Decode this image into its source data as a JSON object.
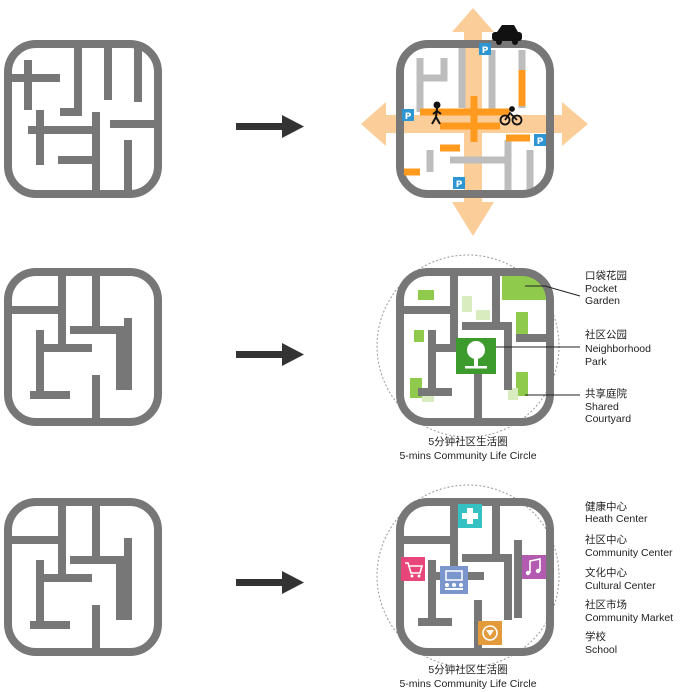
{
  "colors": {
    "road": "#777777",
    "lane": "#bdbdbd",
    "orange": "#ff9a1f",
    "orange_light": "#fbc98e",
    "green": "#8fca4d",
    "green_light": "#d9ecc0",
    "green_dark": "#3d9b2d",
    "parking": "#2e95d3",
    "teal": "#35c0c4",
    "pink": "#e8457a",
    "blue": "#7b96cc",
    "purple": "#b25bb0",
    "brown": "#e39a3b"
  },
  "icons": {
    "arrow": "right-arrow-icon",
    "car": "car-icon",
    "pedestrian": "pedestrian-icon",
    "bicycle": "bicycle-icon",
    "parking": "parking-icon",
    "tree": "tree-icon",
    "health": "health-cross-icon",
    "community": "community-center-icon",
    "culture": "music-note-icon",
    "market": "shopping-cart-icon",
    "school": "school-icon"
  },
  "parking_label": "P",
  "row2": {
    "labels": [
      {
        "cn": "口袋花园",
        "en1": "Pocket",
        "en2": "Garden"
      },
      {
        "cn": "社区公园",
        "en1": "Neighborhood",
        "en2": "Park"
      },
      {
        "cn": "共享庭院",
        "en1": "Shared",
        "en2": "Courtyard"
      }
    ],
    "caption_cn": "5分钟社区生活圈",
    "caption_en": "5-mins Community Life Circle"
  },
  "row3": {
    "labels": [
      {
        "cn": "健康中心",
        "en": "Heath Center"
      },
      {
        "cn": "社区中心",
        "en": "Community Center"
      },
      {
        "cn": "文化中心",
        "en": "Cultural Center"
      },
      {
        "cn": "社区市场",
        "en": "Community Market"
      },
      {
        "cn": "学校",
        "en": "School"
      }
    ],
    "caption_cn": "5分钟社区生活圈",
    "caption_en": "5-mins Community Life Circle"
  }
}
